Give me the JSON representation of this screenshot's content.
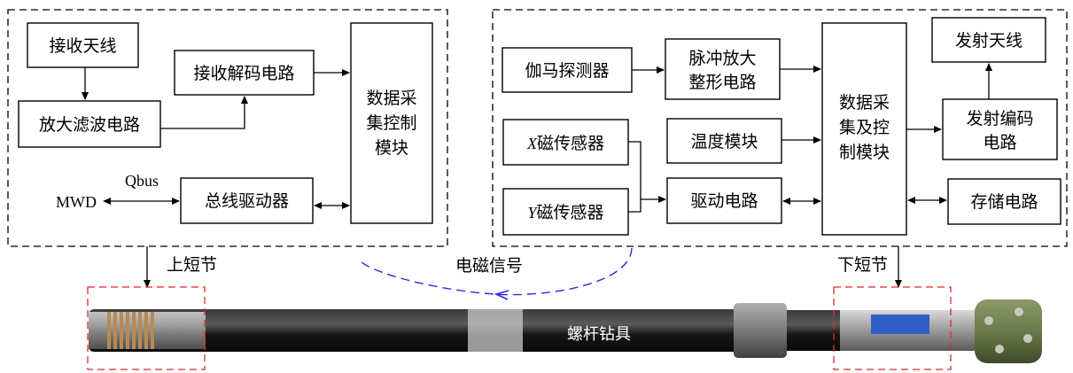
{
  "upper_module": {
    "receive_antenna": "接收天线",
    "amp_filter": "放大滤波电路",
    "receive_decode": "接收解码电路",
    "daq_control": [
      "数据采",
      "集控制",
      "模块"
    ],
    "bus_driver": "总线驱动器",
    "mwd": "MWD",
    "qbus": "Qbus"
  },
  "lower_module": {
    "gamma_detector": "伽马探测器",
    "pulse_amp": [
      "脉冲放大",
      "整形电路"
    ],
    "x_sensor": {
      "axis": "X",
      "rest": "磁传感器"
    },
    "y_sensor": {
      "axis": "Y",
      "rest": "磁传感器"
    },
    "temperature": "温度模块",
    "drive_circuit": "驱动电路",
    "daq_control": [
      "数据采",
      "集及控",
      "制模块"
    ],
    "transmit_antenna": "发射天线",
    "transmit_encode": [
      "发射编码",
      "电路"
    ],
    "storage": "存储电路"
  },
  "labels": {
    "upper_sub": "上短节",
    "lower_sub": "下短节",
    "em_signal": "电磁信号",
    "motor": "螺杆钻具"
  },
  "colors": {
    "em_arrow": "#2a2ae6",
    "sub_highlight": "#e0282d"
  }
}
